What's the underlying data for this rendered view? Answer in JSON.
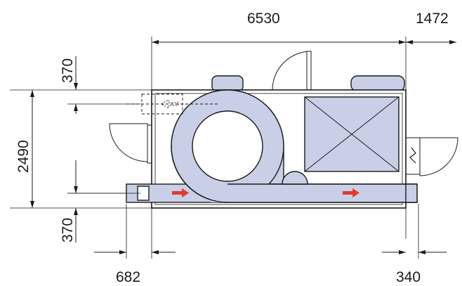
{
  "dimensions": {
    "top_length": "6530",
    "top_right": "1472",
    "left_height": "2490",
    "left_top_offset": "370",
    "left_bottom_offset": "370",
    "bottom_left": "682",
    "bottom_right": "340"
  },
  "colors": {
    "duct_fill": "#c9cfe6",
    "arrow": "#e03a2f",
    "line": "#1a1a1a"
  },
  "icons": {
    "airflow_arrow": "right-arrow-icon",
    "filter_box": "x-box-icon",
    "access_door": "door-swing-icon",
    "heater": "zigzag-icon"
  }
}
